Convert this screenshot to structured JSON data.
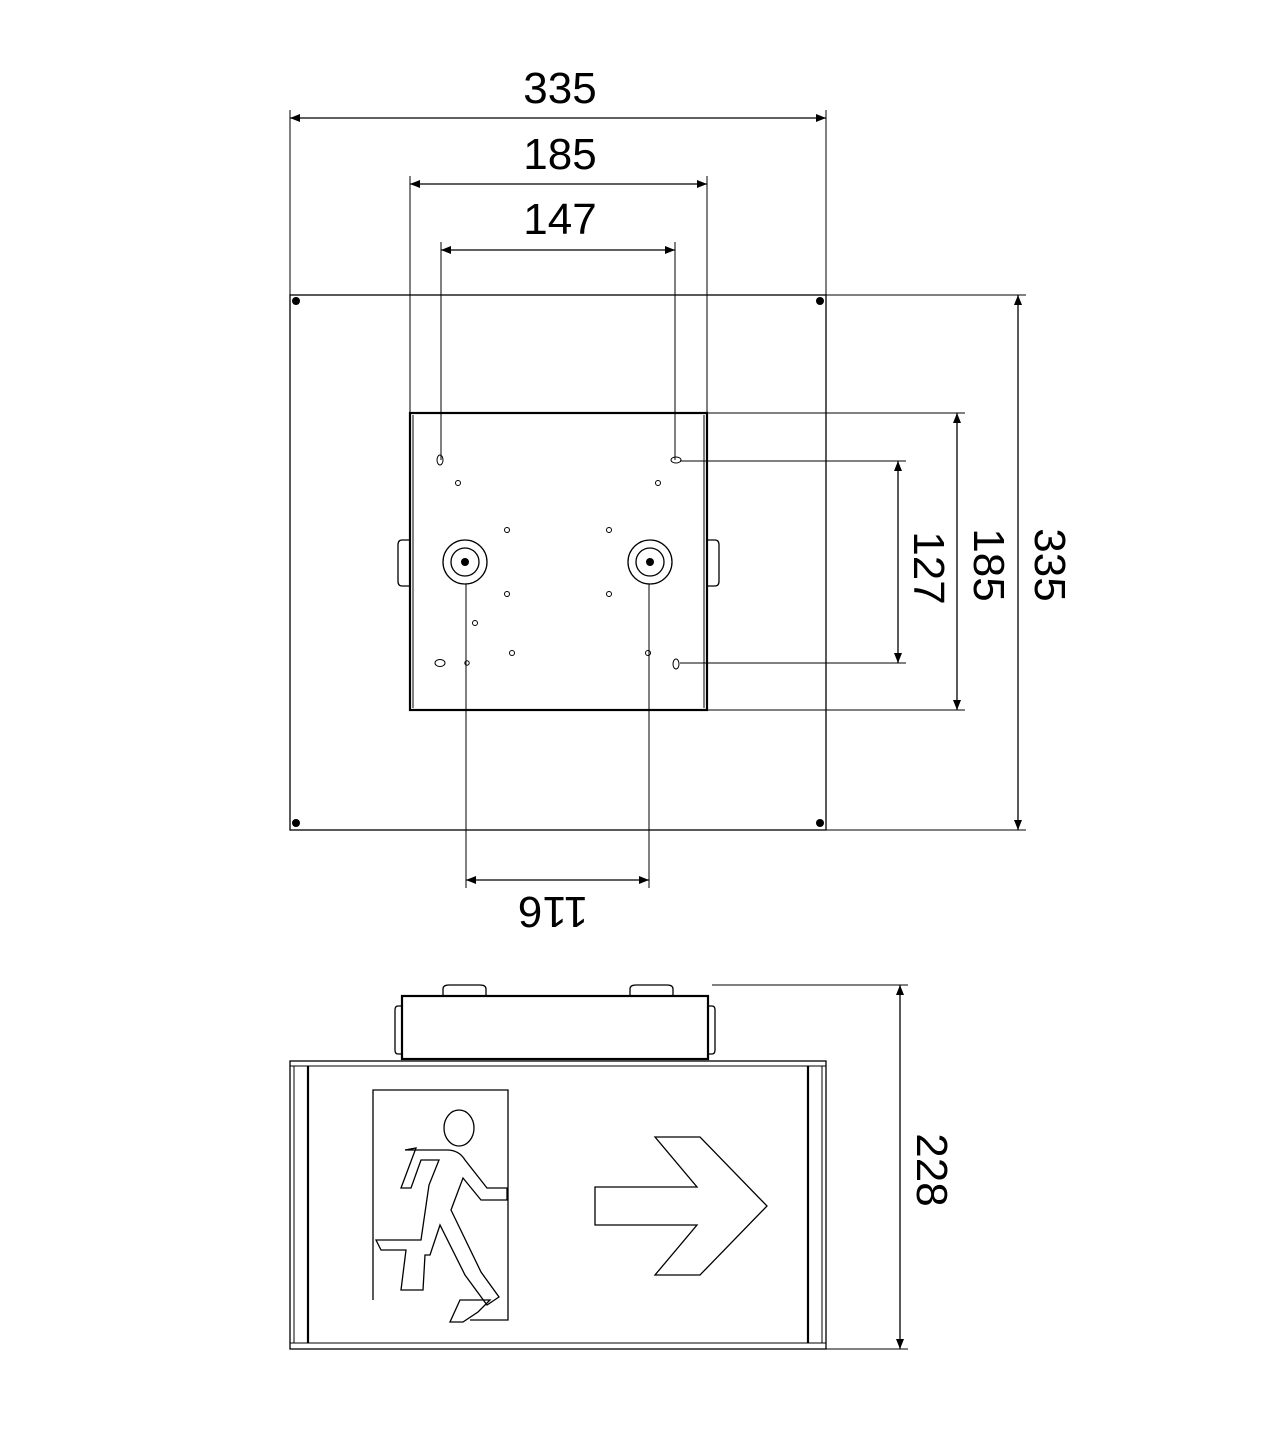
{
  "drawing": {
    "top_view": {
      "overall_width": "335",
      "box_width": "185",
      "mount_hole_spacing_x": "147",
      "overall_height": "335",
      "box_height": "185",
      "mount_hole_spacing_y": "127",
      "cable_entry_spacing": "116"
    },
    "front_view": {
      "overall_height": "228"
    }
  }
}
